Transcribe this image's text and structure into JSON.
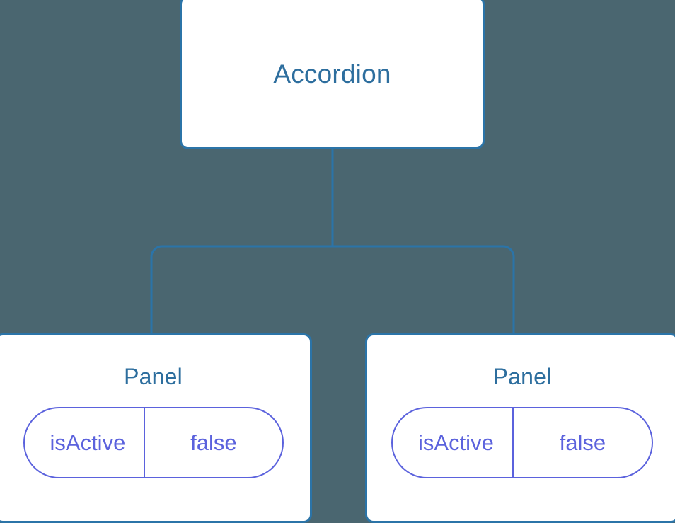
{
  "diagram": {
    "type": "component-tree",
    "background_color": "#4a6670",
    "node_border_color": "#2b74a8",
    "node_fill_color": "#ffffff",
    "node_title_color": "#2d6e9e",
    "connector_color": "#2b74a8",
    "pill_border_color": "#5b62dd",
    "pill_text_color": "#5b62dd",
    "root": {
      "label": "Accordion"
    },
    "children": [
      {
        "label": "Panel",
        "state": {
          "key": "isActive",
          "value": "false"
        }
      },
      {
        "label": "Panel",
        "state": {
          "key": "isActive",
          "value": "false"
        }
      }
    ]
  }
}
